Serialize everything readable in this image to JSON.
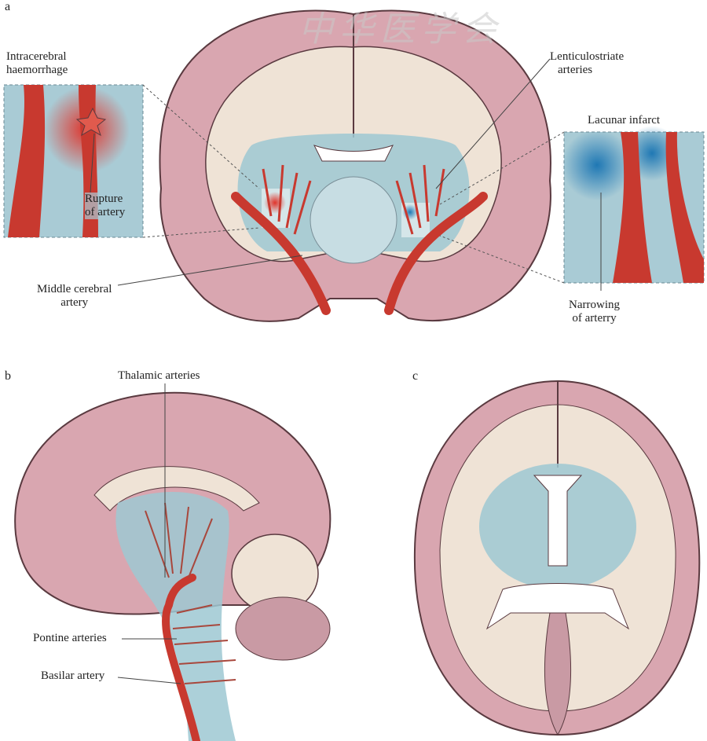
{
  "panels": {
    "a": "a",
    "b": "b",
    "c": "c"
  },
  "panel_a": {
    "intracerebral_haemorrhage": [
      "Intracerebral",
      "haemorrhage"
    ],
    "rupture_of_artery": [
      "Rupture",
      "of artery"
    ],
    "lenticulostriate_arteries": [
      "Lenticulostriate",
      "arteries"
    ],
    "lacunar_infarct": "Lacunar infarct",
    "middle_cerebral_artery": [
      "Middle cerebral",
      "artery"
    ],
    "narrowing_of_artery": [
      "Narrowing",
      "of arterry"
    ]
  },
  "panel_b": {
    "thalamic_arteries": "Thalamic arteries",
    "pontine_arteries": "Pontine arteries",
    "basilar_artery": "Basilar artery"
  },
  "watermark": "中华医学会",
  "colors": {
    "cortex": "#d9a6b0",
    "white_matter": "#efe3d6",
    "deep_nuclei": "#9ec8d2",
    "artery": "#c8392f",
    "outline": "#5a3a40"
  }
}
